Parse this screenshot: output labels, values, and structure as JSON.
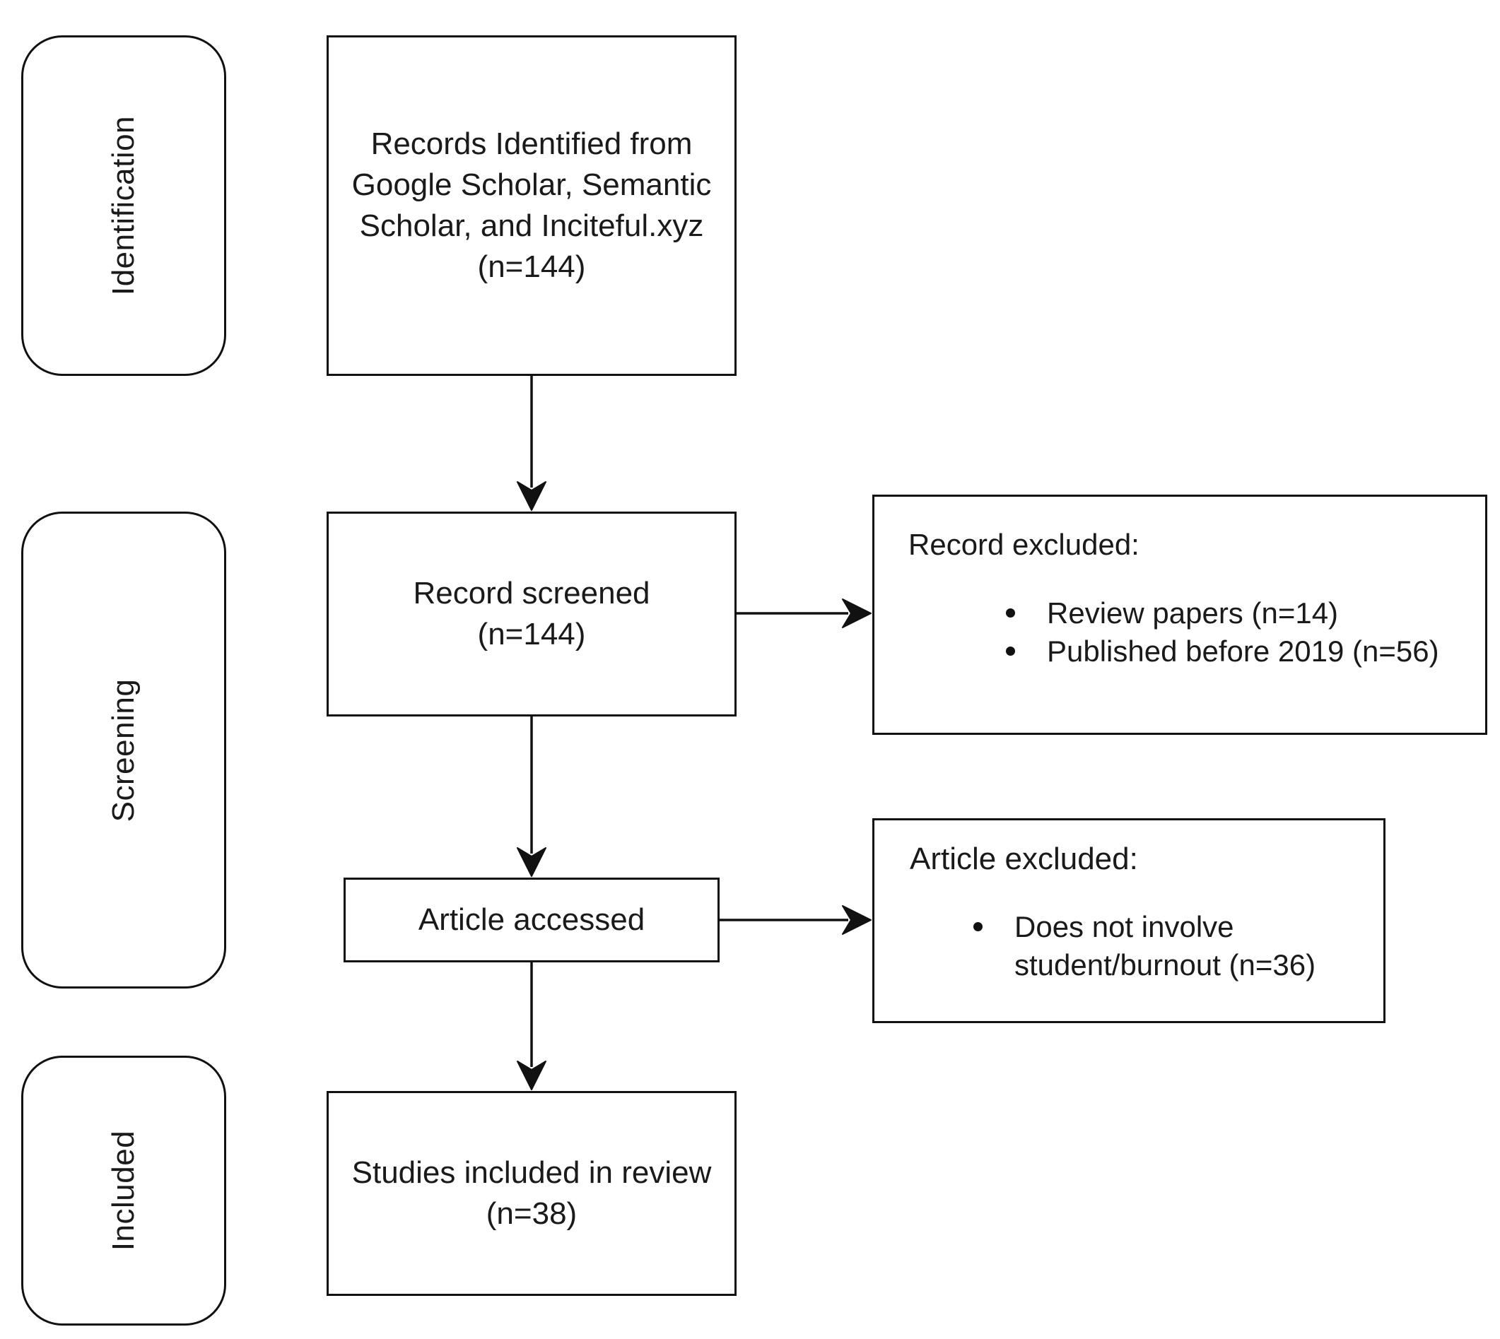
{
  "stages": {
    "identification": "Identification",
    "screening": "Screening",
    "included": "Included"
  },
  "boxes": {
    "records_identified": {
      "lines": [
        "Records Identified from",
        "Google Scholar, Semantic",
        "Scholar, and Inciteful.xyz",
        "(n=144)"
      ]
    },
    "record_screened": {
      "lines": [
        "Record screened",
        "(n=144)"
      ]
    },
    "article_accessed": {
      "label": "Article accessed"
    },
    "studies_included": {
      "lines": [
        "Studies included in review",
        "(n=38)"
      ]
    },
    "record_excluded": {
      "title": "Record excluded:",
      "items": [
        "Review papers (n=14)",
        "Published before 2019 (n=56)"
      ]
    },
    "article_excluded": {
      "title": "Article excluded:",
      "item_lines": [
        "Does not involve",
        "student/burnout (n=36)"
      ]
    }
  }
}
